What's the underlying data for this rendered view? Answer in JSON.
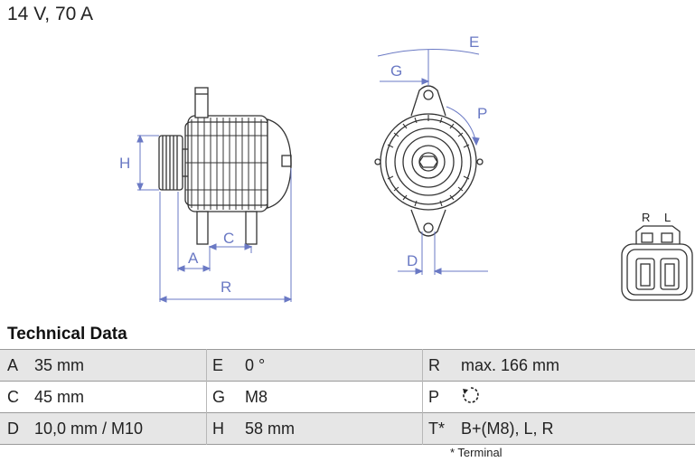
{
  "header": {
    "title": "14 V, 70 A"
  },
  "diagram": {
    "side_view_labels": {
      "h": "H",
      "a": "A",
      "c": "C",
      "r": "R"
    },
    "front_view_labels": {
      "e": "E",
      "g": "G",
      "p": "P",
      "d": "D"
    },
    "connector_labels": {
      "r": "R",
      "l": "L"
    }
  },
  "technical_data": {
    "title": "Technical Data",
    "rows": [
      [
        {
          "key": "A",
          "value": "35 mm"
        },
        {
          "key": "E",
          "value": "0 °"
        },
        {
          "key": "R",
          "value": "max. 166 mm"
        }
      ],
      [
        {
          "key": "C",
          "value": "45 mm"
        },
        {
          "key": "G",
          "value": "M8"
        },
        {
          "key": "P",
          "value": "",
          "icon": "clockwise-rotation-icon"
        }
      ],
      [
        {
          "key": "D",
          "value": "10,0 mm / M10"
        },
        {
          "key": "H",
          "value": "58 mm"
        },
        {
          "key": "T*",
          "value": "B+(M8), L, R"
        }
      ]
    ],
    "footnote": "* Terminal"
  }
}
